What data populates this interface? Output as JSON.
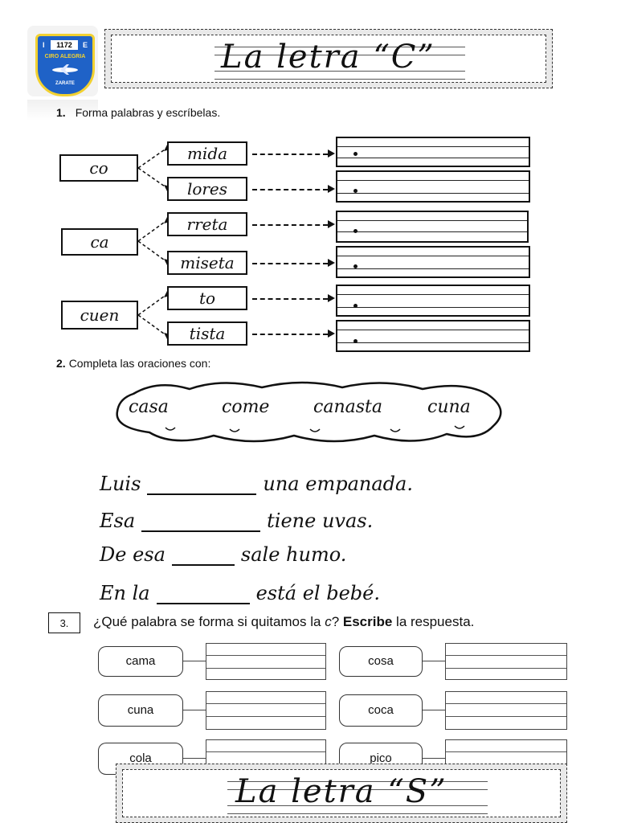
{
  "logo": {
    "left_letter": "I",
    "number": "1172",
    "right_letter": "E",
    "name": "CIRO ALEGRIA",
    "city": "ZARATE"
  },
  "title_top": "La letra “C”",
  "exercise1": {
    "number": "1.",
    "instruction": "Forma palabras y escríbelas.",
    "syllables": [
      "co",
      "ca",
      "cuen"
    ],
    "endings": [
      "mida",
      "lores",
      "rreta",
      "miseta",
      "to",
      "tista"
    ]
  },
  "exercise2": {
    "number": "2.",
    "instruction": "Completa las oraciones con:",
    "words": [
      "casa",
      "come",
      "canasta",
      "cuna"
    ],
    "sentences": [
      {
        "before": "Luis",
        "after": "una empanada."
      },
      {
        "before": "Esa",
        "after": "tiene uvas."
      },
      {
        "before": "De esa",
        "after": "sale humo."
      },
      {
        "before": "En la",
        "after": "está el bebé."
      }
    ]
  },
  "exercise3": {
    "number": "3.",
    "q_part1": "¿Qué palabra se forma si quitamos la ",
    "q_letter": "c",
    "q_part2": "? ",
    "q_bold": "Escribe",
    "q_part3": " la respuesta.",
    "left_words": [
      "cama",
      "cuna",
      "cola"
    ],
    "right_words": [
      "cosa",
      "coca",
      "pico"
    ]
  },
  "title_bottom": "La letra “S”"
}
